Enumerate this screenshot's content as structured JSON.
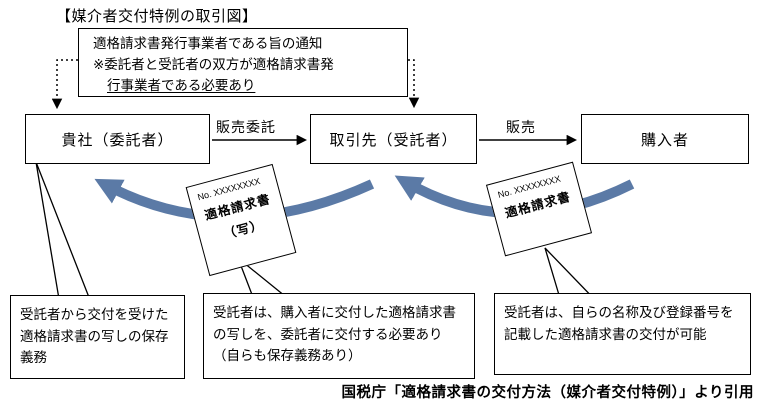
{
  "title": "【媒介者交付特例の取引図】",
  "notice": {
    "line1": "適格請求書発行事業者である旨の通知",
    "line2": "※委託者と受託者の双方が適格請求書発",
    "line3_underlined": "行事業者である必要あり"
  },
  "entities": {
    "consignor": "貴社（委託者）",
    "trustee": "取引先（受託者）",
    "purchaser": "購入者"
  },
  "flow_labels": {
    "consignment": "販売委託",
    "sale": "販売"
  },
  "documents": {
    "invoice_copy": {
      "number": "No. XXXXXXXX",
      "title": "適格請求書",
      "suffix": "（写）"
    },
    "invoice": {
      "number": "No. XXXXXXXX",
      "title": "適格請求書"
    }
  },
  "callouts": {
    "consignor_note": "受託者から交付を受けた適格請求書の写しの保存義務",
    "trustee_note": "受託者は、購入者に交付した適格請求書の写しを、委託者に交付する必要あり（自らも保存義務あり）",
    "invoice_note": "受託者は、自らの名称及び登録番号を記載した適格請求書の交付が可能"
  },
  "citation": "国税庁「適格請求書の交付方法（媒介者交付特例）」より引用",
  "colors": {
    "swoosh_blue": "#5b7aa6",
    "line_black": "#000000"
  }
}
